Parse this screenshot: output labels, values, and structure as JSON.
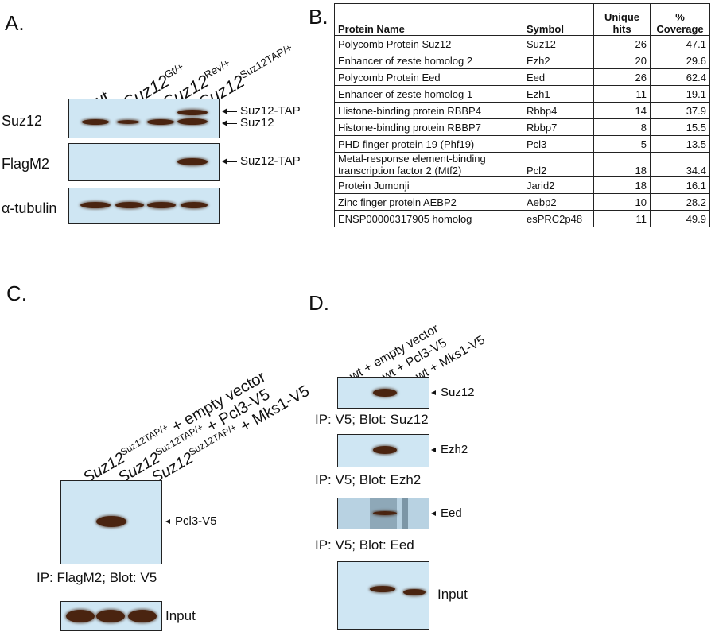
{
  "panel_labels": {
    "a": "A.",
    "b": "B.",
    "c": "C.",
    "d": "D."
  },
  "panel_a": {
    "lanes": [
      "wt",
      "Suz12",
      "Gt/+",
      "Suz12",
      "Rev/+",
      "Suz12",
      "Suz12TAP/+"
    ],
    "rows": [
      {
        "label": "Suz12",
        "annotations": [
          "Suz12-TAP",
          "Suz12"
        ]
      },
      {
        "label": "FlagM2",
        "annotations": [
          "Suz12-TAP"
        ]
      },
      {
        "label": "α-tubulin",
        "annotations": []
      }
    ]
  },
  "table": {
    "headers": [
      "Protein Name",
      "Symbol",
      "Unique hits",
      "% Coverage"
    ],
    "rows": [
      [
        "Polycomb Protein Suz12",
        "Suz12",
        "26",
        "47.1"
      ],
      [
        "Enhancer of zeste homolog 2",
        "Ezh2",
        "20",
        "29.6"
      ],
      [
        "Polycomb Protein Eed",
        "Eed",
        "26",
        "62.4"
      ],
      [
        "Enhancer of zeste homolog 1",
        "Ezh1",
        "11",
        "19.1"
      ],
      [
        "Histone-binding protein RBBP4",
        "Rbbp4",
        "14",
        "37.9"
      ],
      [
        "Histone-binding protein RBBP7",
        "Rbbp7",
        "8",
        "15.5"
      ],
      [
        "PHD finger protein 19 (Phf19)",
        "Pcl3",
        "5",
        "13.5"
      ],
      [
        "Metal-response element-binding transcription factor 2 (Mtf2)",
        "Pcl2",
        "18",
        "34.4"
      ],
      [
        "Protein Jumonji",
        "Jarid2",
        "18",
        "16.1"
      ],
      [
        "Zinc finger protein AEBP2",
        "Aebp2",
        "10",
        "28.2"
      ],
      [
        "ENSP00000317905 homolog",
        "esPRC2p48",
        "11",
        "49.9"
      ]
    ]
  },
  "panel_c": {
    "gene": "Suz12",
    "superscript": "Suz12TAP/+",
    "lanes": [
      " + empty vector",
      " + Pcl3-V5",
      " + Mks1-V5"
    ],
    "band_label": "Pcl3-V5",
    "caption": "IP: FlagM2; Blot: V5",
    "input_label": "Input"
  },
  "panel_d": {
    "lanes": [
      "wt + empty vector",
      "wt + Pcl3-V5",
      "wt + Mks1-V5"
    ],
    "blots": [
      {
        "label": "Suz12",
        "caption": "IP: V5; Blot: Suz12"
      },
      {
        "label": "Ezh2",
        "caption": "IP: V5; Blot: Ezh2"
      },
      {
        "label": "Eed",
        "caption": "IP: V5; Blot: Eed"
      }
    ],
    "input_label": "Input"
  }
}
